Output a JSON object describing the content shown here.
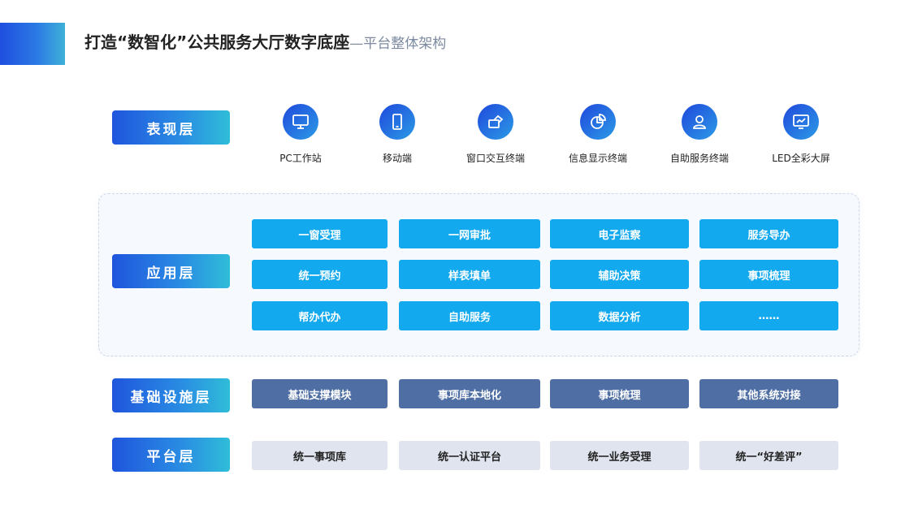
{
  "header": {
    "title": "打造“数智化”公共服务大厅数字底座",
    "subtitle": "—平台整体架构"
  },
  "layers": {
    "presentation": "表现层",
    "application": "应用层",
    "infrastructure": "基础设施层",
    "platform": "平台层"
  },
  "terminals": [
    {
      "label": "PC工作站",
      "icon": "monitor-icon"
    },
    {
      "label": "移动端",
      "icon": "phone-icon"
    },
    {
      "label": "窗口交互终端",
      "icon": "window-terminal-icon"
    },
    {
      "label": "信息显示终端",
      "icon": "pie-chart-icon"
    },
    {
      "label": "自助服务终端",
      "icon": "user-icon"
    },
    {
      "label": "LED全彩大屏",
      "icon": "screen-chart-icon"
    }
  ],
  "application_items": [
    "一窗受理",
    "一网审批",
    "电子监察",
    "服务导办",
    "统一预约",
    "样表填单",
    "辅助决策",
    "事项梳理",
    "帮办代办",
    "自助服务",
    "数据分析",
    "……"
  ],
  "infrastructure_items": [
    "基础支撑模块",
    "事项库本地化",
    "事项梳理",
    "其他系统对接"
  ],
  "platform_items": [
    "统一事项库",
    "统一认证平台",
    "统一业务受理",
    "统一“好差评”"
  ],
  "colors": {
    "accent_blue": "#1f55dd",
    "accent_cyan": "#2fbdd8",
    "application_box": "#13a9ee",
    "infrastructure_box": "#4f6ea3",
    "platform_box": "#dfe4ee"
  }
}
